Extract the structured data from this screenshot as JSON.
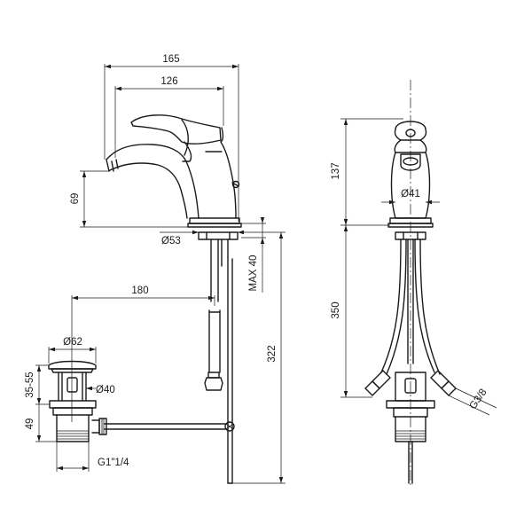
{
  "dimensions": {
    "total_length": "165",
    "spout_reach": "126",
    "spout_height": "69",
    "base_diameter": "Ø53",
    "max_thickness": "MAX 40",
    "drain_offset": "180",
    "drain_diameter": "Ø62",
    "drain_height": "35-55",
    "drain_body_diameter": "Ø40",
    "drain_thread_height": "49",
    "drain_thread": "G1\"1/4",
    "rod_length": "322",
    "side_height": "137",
    "side_base_diameter": "Ø41",
    "hose_length": "350",
    "hose_thread": "G3/8"
  }
}
